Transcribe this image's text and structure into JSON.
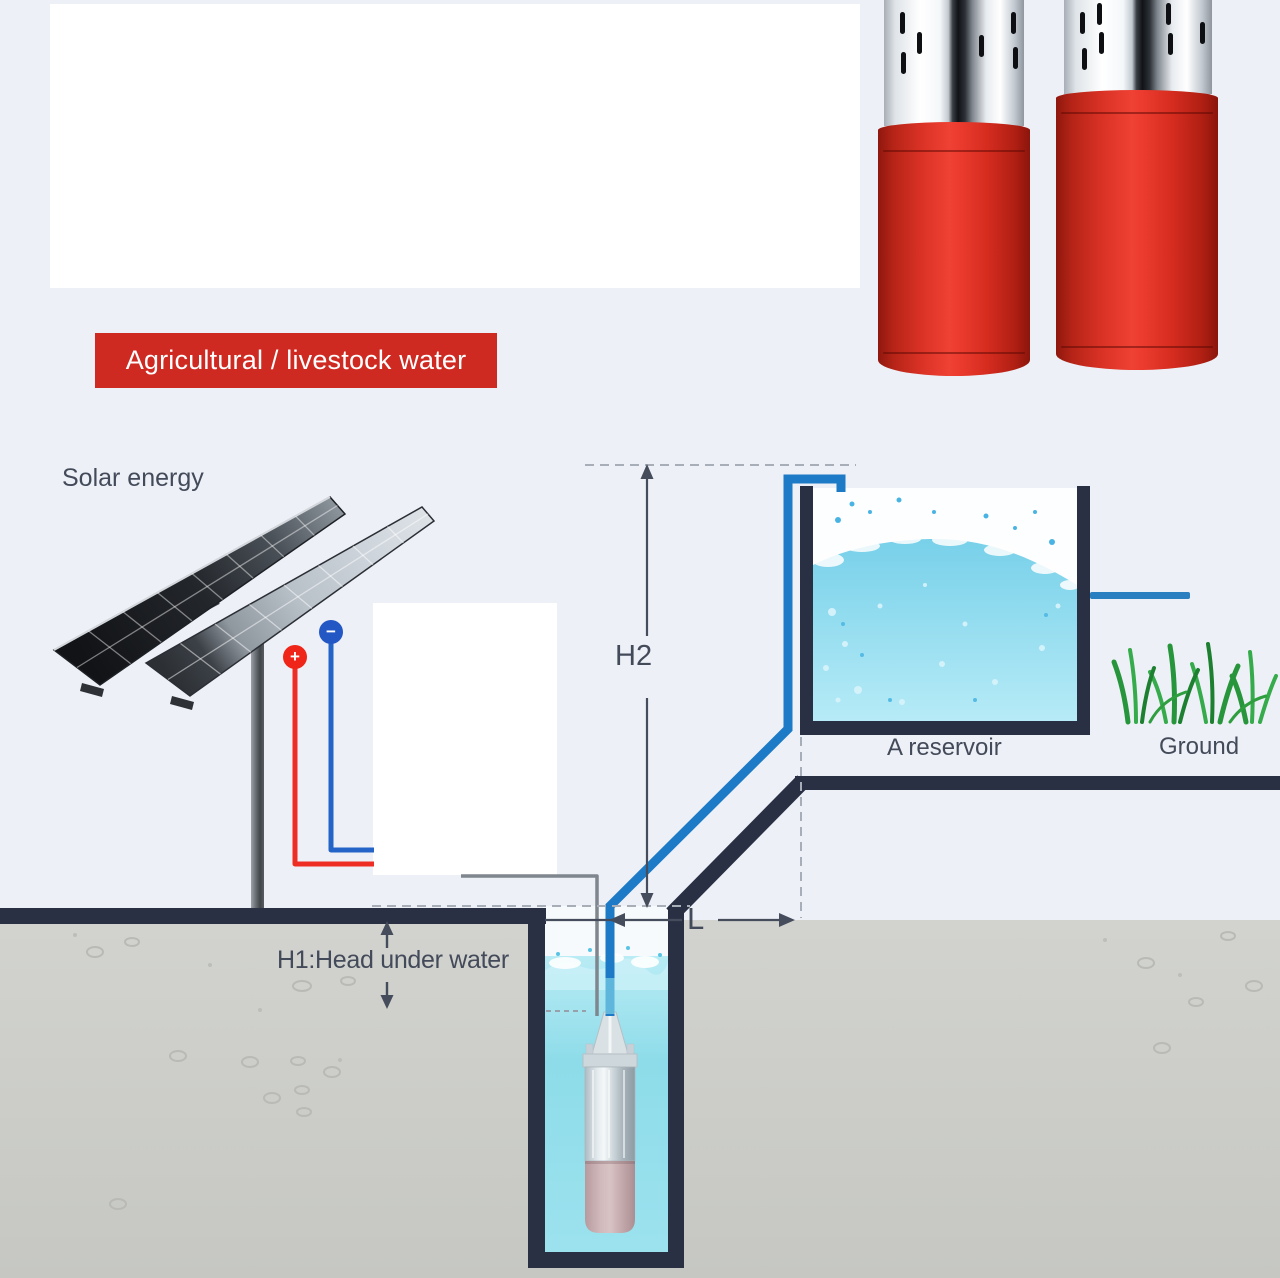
{
  "banner": {
    "label": "Agricultural / livestock water"
  },
  "diagram": {
    "solar_label": "Solar energy",
    "h2_label": "H2",
    "l_label": "L",
    "h1_label": "H1:Head under water",
    "reservoir_label": "A reservoir",
    "ground_label": "Ground",
    "terminal_positive": "+",
    "terminal_negative": "−"
  },
  "colors": {
    "background": "#edf0f6",
    "banner_red": "#cf2a22",
    "pipe_blue": "#1d7ac6",
    "wire_red": "#ee2e24",
    "wire_blue": "#2463c8",
    "terrain_navy": "#2a3044",
    "soil_gray": "#cfd0cc",
    "well_water_cyan": "#8edce9",
    "reservoir_water_cyan": "#8fd9ec",
    "grass_green": "#2f9e3f",
    "pump_red": "#e8392c",
    "label_slate": "#434a59"
  }
}
